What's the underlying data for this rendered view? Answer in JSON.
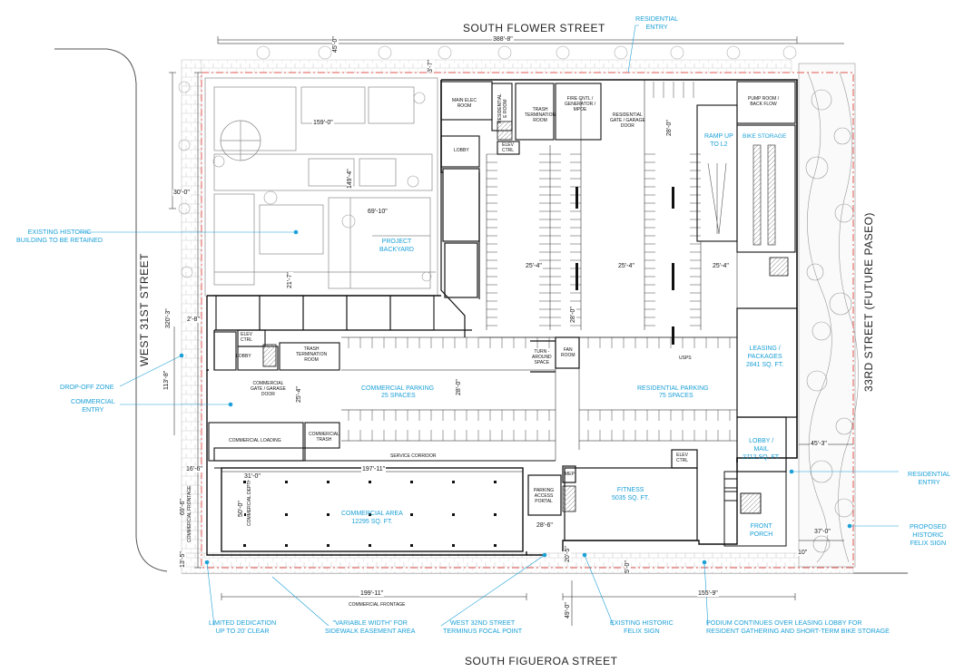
{
  "streets": {
    "north": "SOUTH FLOWER STREET",
    "south": "SOUTH FIGUEROA STREET",
    "west": "WEST 31ST STREET",
    "east": "33RD STREET (FUTURE PASEO)"
  },
  "callouts": {
    "residential_entry_top": "RESIDENTIAL\nENTRY",
    "existing_historic_building": "EXISTING HISTORIC\nBUILDING TO BE RETAINED",
    "drop_off_zone": "DROP-OFF ZONE",
    "commercial_entry": "COMMERCIAL\nENTRY",
    "residential_entry_right": "RESIDENTIAL\nENTRY",
    "proposed_historic_felix_sign": "PROPOSED\nHISTORIC\nFELIX SIGN",
    "limited_dedication": "LIMITED DEDICATION\nUP TO 20' CLEAR",
    "variable_width": "\"VARIABLE WIDTH\" FOR\nSIDEWALK EASEMENT AREA",
    "west_32nd_terminus": "WEST 32ND STREET\nTERMINUS FOCAL POINT",
    "existing_historic_felix_sign": "EXISTING HISTORIC\nFELIX SIGN",
    "podium_note": "PODIUM CONTINUES OVER LEASING LOBBY FOR\nRESIDENT GATHERING AND SHORT-TERM BIKE STORAGE"
  },
  "rooms": {
    "project_backyard": "PROJECT\nBACKYARD",
    "main_elec_room": "MAIN ELEC\nROOM",
    "residential_e_room": "RESIDENTIAL\nE ROOM",
    "trash_termination_room_top": "TRASH\nTERMINATION\nROOM",
    "fire_ctrl": "FIRE CNTL /\nGENERATOR /\nMPOE",
    "residential_gate": "RESIDENTIAL\nGATE / GARAGE\nDOOR",
    "pump_room": "PUMP ROOM /\nBACK FLOW",
    "bike_storage": "BIKE STORAGE",
    "ramp_up": "RAMP UP\nTO L2",
    "lobby_top": "LOBBY",
    "elev_ctrl_top": "ELEV\nCTRL",
    "elev_ctrl_left": "ELEV\nCTRL",
    "lobby_left": "LOBBY",
    "trash_termination_room_left": "TRASH\nTERMINATION\nROOM",
    "turnaround_space": "TURN -\nAROUND\nSPACE",
    "fan_room": "FAN\nROOM",
    "usps": "USPS",
    "commercial_gate": "COMMERCIAL\nGATE / GARAGE\nDOOR",
    "commercial_parking": "COMMERCIAL PARKING",
    "commercial_parking_spaces": "25 SPACES",
    "residential_parking": "RESIDENTIAL PARKING",
    "residential_parking_spaces": "75 SPACES",
    "leasing_packages": "LEASING /\nPACKAGES\n2841 SQ. FT.",
    "lobby_mail": "LOBBY /\nMAIL\n2712 SQ. FT.",
    "commercial_loading": "COMMERCIAL LOADING",
    "commercial_trash": "COMMERCIAL\nTRASH",
    "service_corridor": "SERVICE CORRIDOR",
    "elev_ctrl_bottom": "ELEV\nCTRL",
    "mep": "MEP",
    "parking_access_portal": "PARKING\nACCESS\nPORTAL",
    "commercial_area": "COMMERCIAL AREA\n12295 SQ. FT.",
    "fitness": "FITNESS\n5035 SQ. FT.",
    "front_porch": "FRONT\nPORCH",
    "commercial_depth": "COMMERCIAL DEPTH",
    "commercial_frontage_bottom": "COMMERCIAL FRONTAGE",
    "commercial_frontage_left": "COMMERCIAL FRONTAGE"
  },
  "dimensions": {
    "d_45_0_top": "45'-0\"",
    "d_388_8": "388'-8\"",
    "d_3_7": "3'-7\"",
    "d_159_0": "159'-0\"",
    "d_30_0": "30'-0\"",
    "d_149_4": "149'-4\"",
    "d_69_10": "69'-10\"",
    "d_28_0_top": "28'-0\"",
    "d_21_7": "21'-7\"",
    "d_320_3": "320'-3\"",
    "d_2_8": "2'-8\"",
    "d_25_4_a": "25'-4\"",
    "d_25_4_b": "25'-4\"",
    "d_25_4_c": "25'-4\"",
    "d_28_0_mid": "28'-0\"",
    "d_113_8": "113'-8\"",
    "d_25_4_left": "25'-4\"",
    "d_28_0_lower": "28'-0\"",
    "d_45_3": "45'-3\"",
    "d_16_6": "16'-6\"",
    "d_197_11": "197'-11\"",
    "d_31_0": "31'-0\"",
    "d_50_0": "50'-0\"",
    "d_69_6": "69'-6\"",
    "d_28_6": "28'-6\"",
    "d_37_0": "37'-0\"",
    "d_10": "10\"",
    "d_13_5": "13'-5\"",
    "d_20_5": "20'-5\"",
    "d_5_0": "5'-0\"",
    "d_199_11": "199'-11\"",
    "d_155_9": "155'-9\"",
    "d_49_0": "49'-0\""
  },
  "colors": {
    "callout": "#1ba0d7",
    "line": "#111111",
    "light_line": "#8a8a8a",
    "property_line": "#e2554f",
    "hatch": "#d9d9d9"
  }
}
